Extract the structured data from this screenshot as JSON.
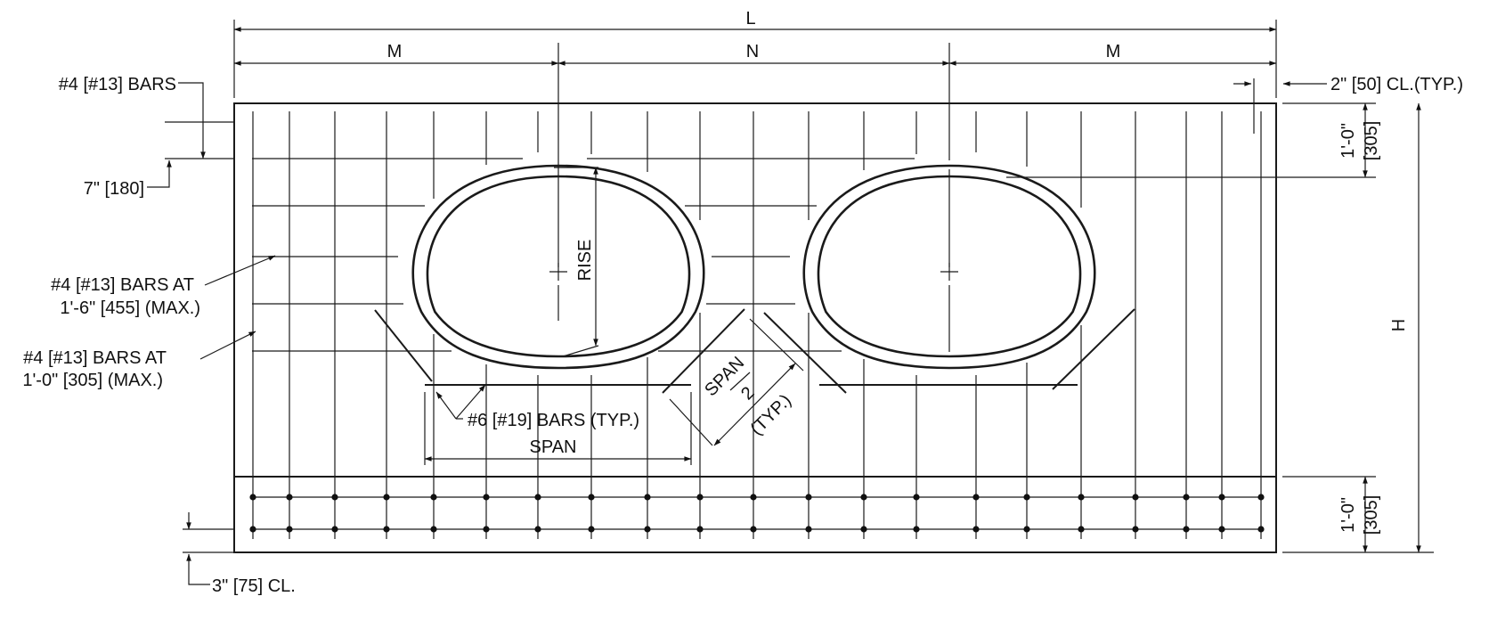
{
  "dimensions": {
    "overall_length": "L",
    "end_segment": "M",
    "center_segment": "N",
    "height": "H",
    "top_cover": "1'-0\"",
    "top_cover_metric": "[305]",
    "bottom_zone": "1'-0\"",
    "bottom_zone_metric": "[305]"
  },
  "callouts": {
    "top_bars": "#4 [#13] BARS",
    "top_spacing": "7\" [180]",
    "grid_bars_large_1": "#4 [#13] BARS AT",
    "grid_bars_large_2": "1'-6\" [455] (MAX.)",
    "grid_bars_small_1": "#4 [#13] BARS AT",
    "grid_bars_small_2": "1'-0\" [305] (MAX.)",
    "diagonal_bars": "#6 [#19] BARS (TYP.)",
    "span": "SPAN",
    "rise": "RISE",
    "half_span_top": "SPAN",
    "half_span_bottom": "2",
    "half_span_typ": "(TYP.)",
    "clear_cover_top": "2\" [50] CL.(TYP.)",
    "clear_cover_bottom": "3\" [75] CL."
  }
}
